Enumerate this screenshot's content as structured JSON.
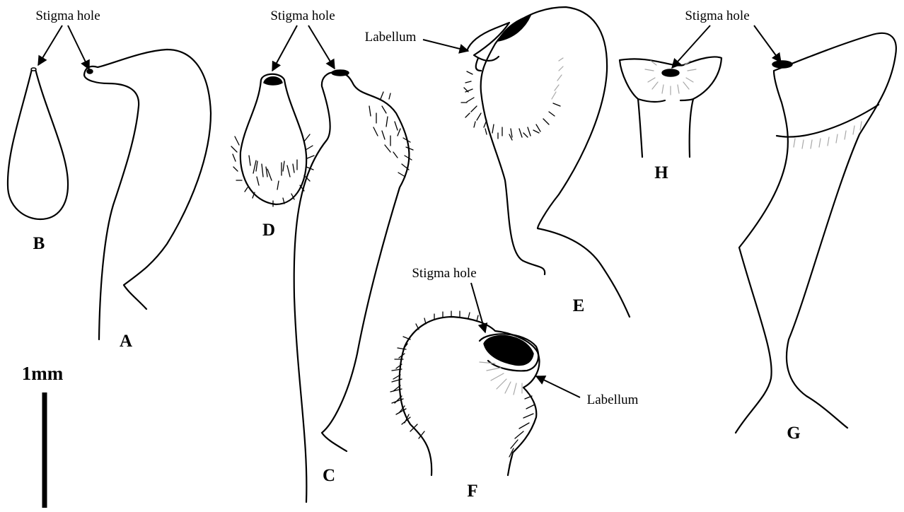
{
  "labels": {
    "stigma_hole": "Stigma hole",
    "labellum": "Labellum",
    "scale": "1mm"
  },
  "panels": [
    "A",
    "B",
    "C",
    "D",
    "E",
    "F",
    "G",
    "H"
  ],
  "colors": {
    "ink": "#000000",
    "hair_grey": "#a8a8a8",
    "background": "#ffffff"
  }
}
